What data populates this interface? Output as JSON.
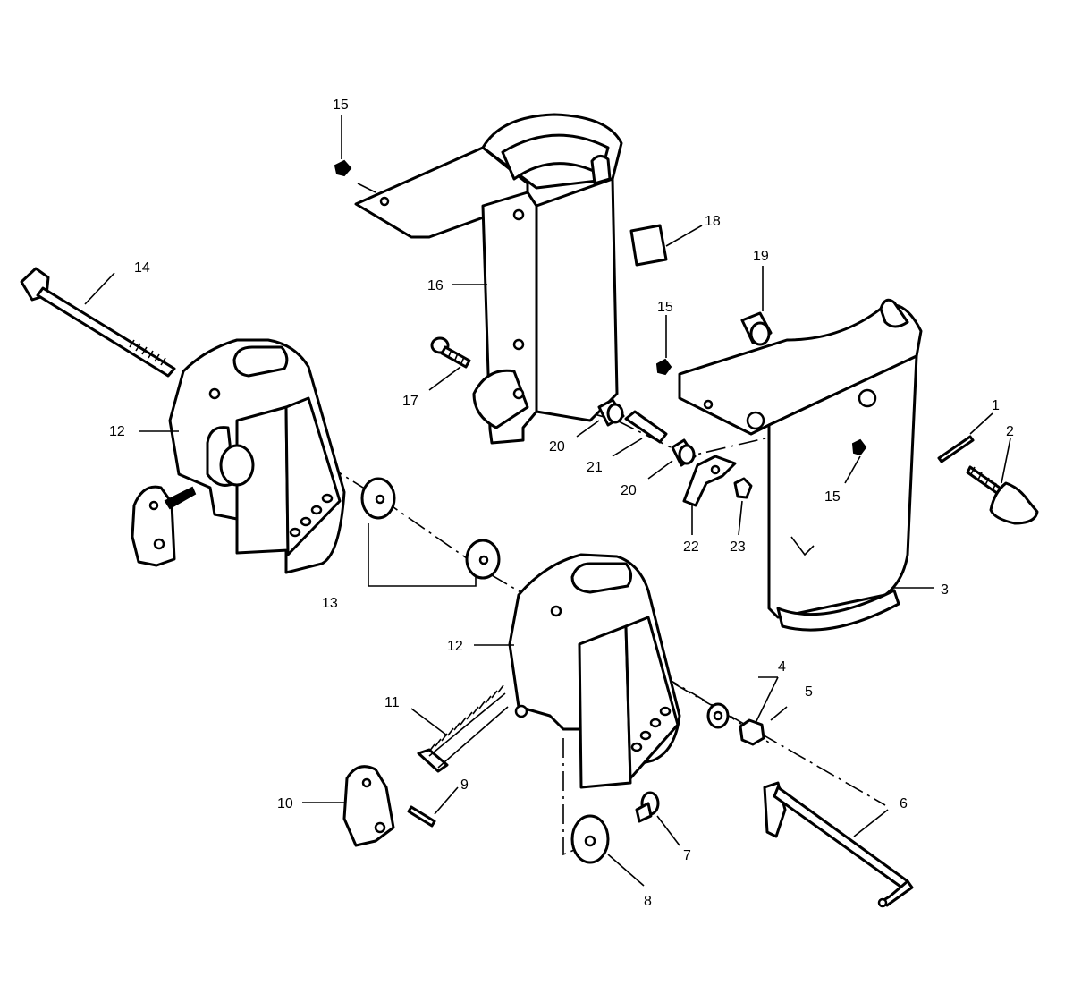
{
  "callouts": [
    {
      "id": "c1",
      "text": "1"
    },
    {
      "id": "c2",
      "text": "2"
    },
    {
      "id": "c3",
      "text": "3"
    },
    {
      "id": "c4",
      "text": "4"
    },
    {
      "id": "c5",
      "text": "5"
    },
    {
      "id": "c6",
      "text": "6"
    },
    {
      "id": "c7",
      "text": "7"
    },
    {
      "id": "c8",
      "text": "8"
    },
    {
      "id": "c9",
      "text": "9"
    },
    {
      "id": "c10",
      "text": "10"
    },
    {
      "id": "c11",
      "text": "11"
    },
    {
      "id": "c12a",
      "text": "12"
    },
    {
      "id": "c12b",
      "text": "12"
    },
    {
      "id": "c13",
      "text": "13"
    },
    {
      "id": "c14",
      "text": "14"
    },
    {
      "id": "c15a",
      "text": "15"
    },
    {
      "id": "c15b",
      "text": "15"
    },
    {
      "id": "c15c",
      "text": "15"
    },
    {
      "id": "c16",
      "text": "16"
    },
    {
      "id": "c17",
      "text": "17"
    },
    {
      "id": "c18",
      "text": "18"
    },
    {
      "id": "c19",
      "text": "19"
    },
    {
      "id": "c20a",
      "text": "20"
    },
    {
      "id": "c20b",
      "text": "20"
    },
    {
      "id": "c21",
      "text": "21"
    },
    {
      "id": "c22",
      "text": "22"
    },
    {
      "id": "c23",
      "text": "23"
    }
  ],
  "colors": {
    "line": "#000000",
    "background": "#ffffff"
  }
}
